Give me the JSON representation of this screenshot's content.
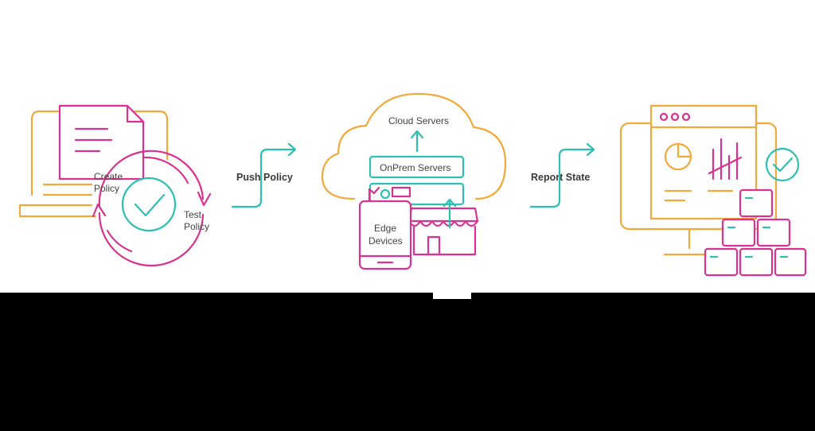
{
  "colors": {
    "orange": "#f2a93b",
    "magenta": "#d9338f",
    "teal": "#2dbfb4",
    "text": "#3a3a3a",
    "bottom_band": "#000000"
  },
  "stage1": {
    "create_line1": "Create",
    "create_line2": "Policy",
    "test_line1": "Test",
    "test_line2": "Policy"
  },
  "step1": {
    "label": "Push Policy"
  },
  "stage2": {
    "cloud_label": "Cloud Servers",
    "onprem_label": "OnPrem Servers",
    "edge_line1": "Edge",
    "edge_line2": "Devices"
  },
  "step2": {
    "label": "Report State"
  },
  "icons": [
    "laptop-icon",
    "document-icon",
    "checkmark-icon",
    "cycle-arrows-icon",
    "arrow-right-icon",
    "cloud-icon",
    "server-icon",
    "tablet-icon",
    "storefront-icon",
    "monitor-icon",
    "pie-chart-icon",
    "bar-chart-icon",
    "boxes-stack-icon"
  ]
}
